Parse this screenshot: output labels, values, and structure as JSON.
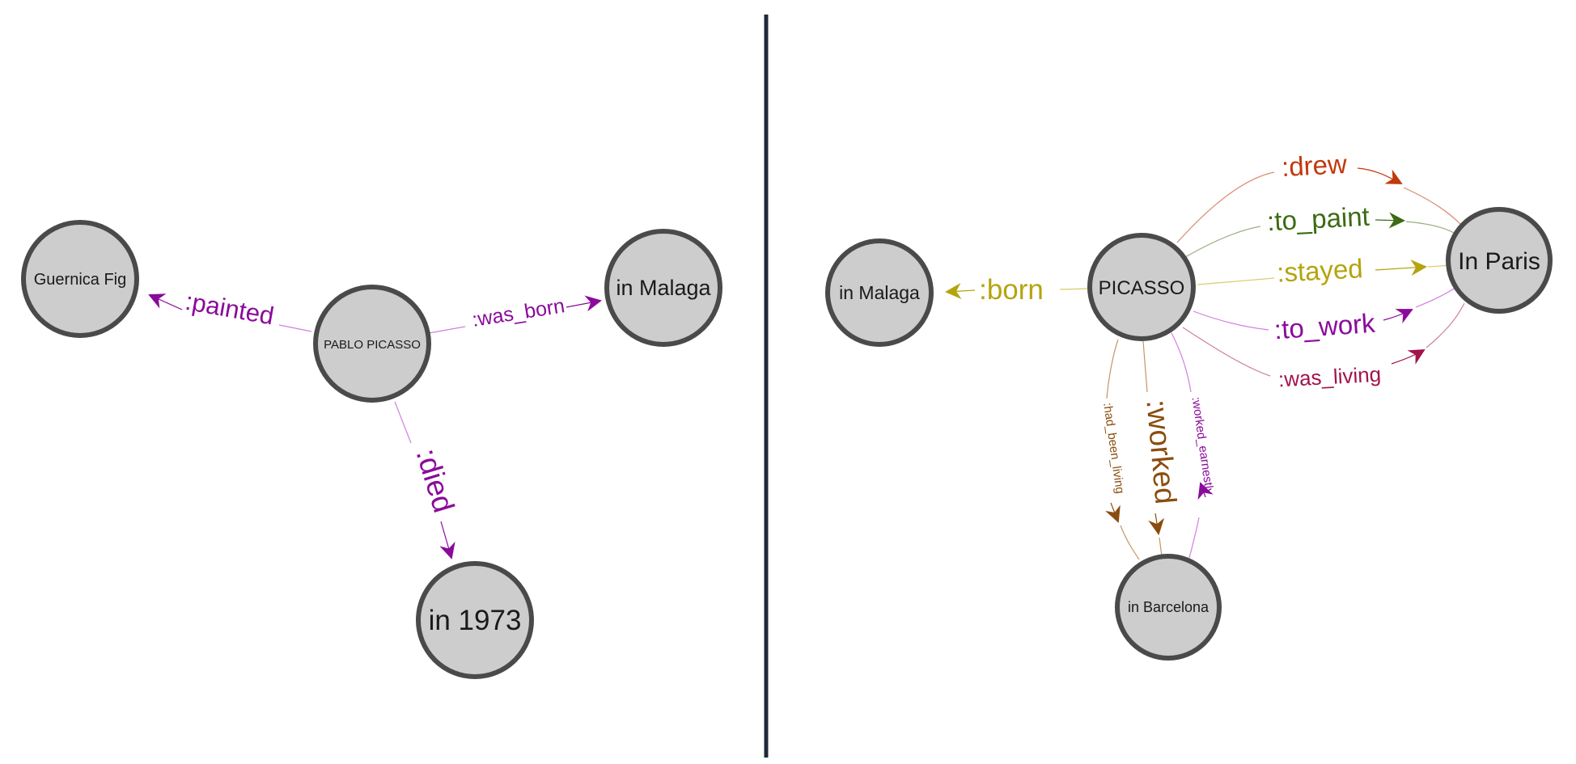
{
  "colors": {
    "node_fill": "#cdcdcd",
    "node_stroke": "#4a4a4a",
    "divider": "#1f2937",
    "purple": "#8b0a9b",
    "olive": "#b5a40e",
    "orange_red": "#c0390b",
    "green": "#3b6b12",
    "brown": "#8a4d0f",
    "crimson": "#a3134b"
  },
  "left_graph": {
    "nodes": {
      "picasso": "PABLO PICASSO",
      "guernica": "Guernica Fig",
      "malaga": "in Malaga",
      "year": "in 1973"
    },
    "edges": {
      "painted": ":painted",
      "was_born": ":was_born",
      "died": ":died"
    }
  },
  "right_graph": {
    "nodes": {
      "picasso": "PICASSO",
      "malaga": "in Malaga",
      "paris": "In Paris",
      "barcelona": "in Barcelona"
    },
    "edges": {
      "born": ":born",
      "drew": ":drew",
      "to_paint": ":to_paint",
      "stayed": ":stayed",
      "to_work": ":to_work",
      "was_living": ":was_living",
      "had_been_living": ":had_been_living",
      "worked": ":worked",
      "worked_earnestly": ":worked_earnestly"
    }
  }
}
